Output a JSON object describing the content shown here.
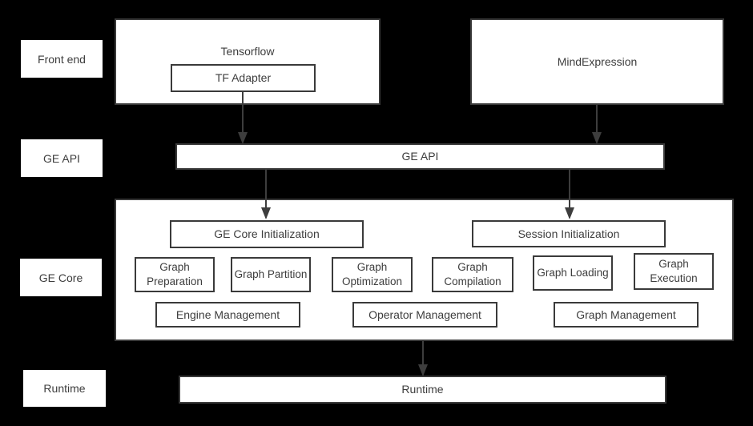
{
  "colors": {
    "background": "#000000",
    "box_bg": "#ffffff",
    "border": "#3a3a3a",
    "text": "#3d3d3d",
    "arrow": "#3d3d3d"
  },
  "row_labels": {
    "front_end": "Front end",
    "ge_api": "GE API",
    "ge_core": "GE Core",
    "runtime": "Runtime"
  },
  "front_end": {
    "tensorflow": "Tensorflow",
    "tf_adapter": "TF Adapter",
    "mind_expression": "MindExpression"
  },
  "ge_api": {
    "bar": "GE API"
  },
  "ge_core": {
    "ge_core_initialization": "GE Core Initialization",
    "session_initialization": "Session Initialization",
    "modules": [
      "Graph Preparation",
      "Graph Partition",
      "Graph Optimization",
      "Graph Compilation",
      "Graph Loading",
      "Graph Execution"
    ],
    "management": [
      "Engine Management",
      "Operator Management",
      "Graph Management"
    ]
  },
  "runtime": {
    "bar": "Runtime"
  }
}
